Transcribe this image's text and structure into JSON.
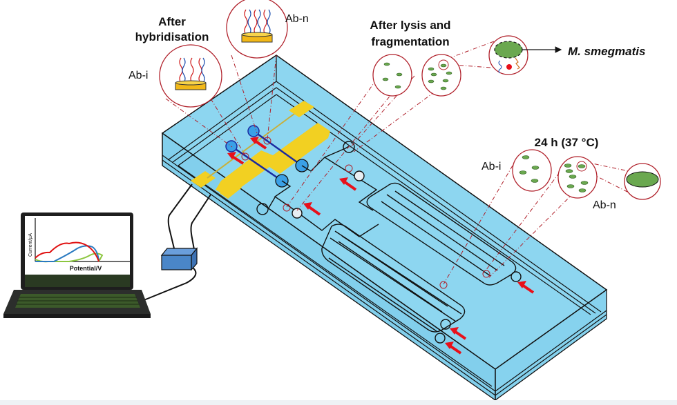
{
  "figure": {
    "title_labels": {
      "after_hybridisation": [
        "After",
        "hybridisation"
      ],
      "after_lysis": [
        "After lysis and",
        "fragmentation"
      ],
      "incubation": "24 h (37 °C)",
      "organism": "M. smegmatis"
    },
    "antibody_labels": {
      "ab_i_top": "Ab-i",
      "ab_n_top": "Ab-n",
      "ab_i_right": "Ab-i",
      "ab_n_right": "Ab-n"
    },
    "laptop_plot": {
      "ylabel": "Current/µA",
      "xlabel": "Potential/V"
    },
    "colors": {
      "chip_fill": "#8dd6f0",
      "chip_side": "#7dcdea",
      "electrode_yellow": "#f2d022",
      "magnify_red": "#b0202a",
      "arrow_red": "#e8101a",
      "bacteria_green": "#6aa84f",
      "blue_pad": "#2f8fe0",
      "box_blue": "#4a86c8"
    },
    "chart_data": {
      "type": "line",
      "title": "",
      "xlabel": "Potential/V",
      "ylabel": "Current/µA",
      "series": [
        {
          "name": "red",
          "color": "#e01010",
          "peak": 1.0
        },
        {
          "name": "blue",
          "color": "#2a7ac0",
          "peak": 0.75
        },
        {
          "name": "green",
          "color": "#8cc63f",
          "peak": 0.28
        }
      ]
    }
  }
}
